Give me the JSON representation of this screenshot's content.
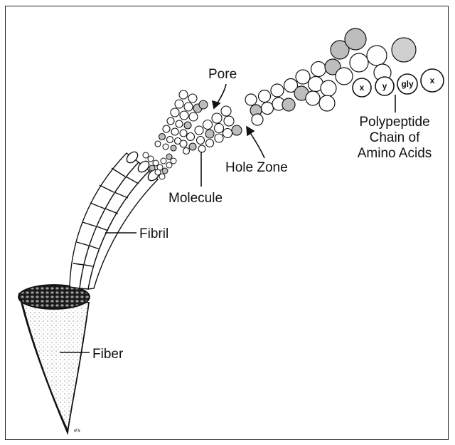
{
  "labels": {
    "pore": "Pore",
    "hole_zone": "Hole Zone",
    "molecule": "Molecule",
    "fibril": "Fibril",
    "fiber": "Fiber",
    "chain_line1": "Polypeptide",
    "chain_line2": "Chain of",
    "chain_line3": "Amino Acids"
  },
  "amino_acids": [
    "x",
    "y",
    "gly",
    "x"
  ],
  "signature": "ex",
  "colors": {
    "ink": "#111111",
    "shade": "#bdbdbd",
    "background": "#ffffff"
  }
}
